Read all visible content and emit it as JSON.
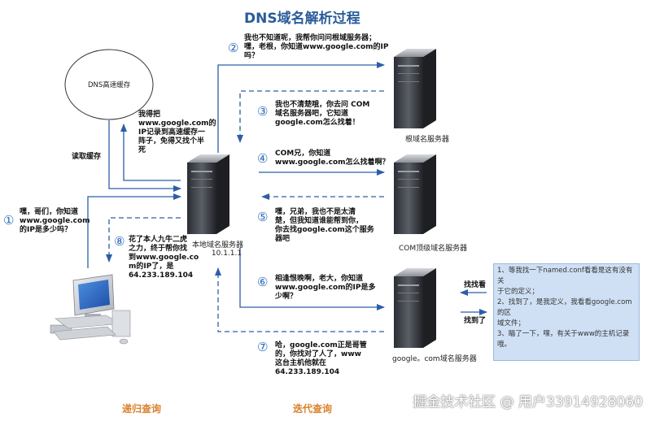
{
  "title": "DNS域名解析过程",
  "cache_label": "DNS高速缓存",
  "read_cache": "读取缓存",
  "save_cache": [
    "我得把",
    "www.google.com的",
    "IP记录到高速缓存一",
    "阵子，免得又找个半",
    "死"
  ],
  "local_dns": [
    "本地域名服务器",
    "10.1.1.1"
  ],
  "root_dns": "根域名服务器",
  "com_dns": "COM顶级域名服务器",
  "google_dns": "google。com域名服务器",
  "steps": {
    "n1": "①",
    "n2": "②",
    "n3": "③",
    "n4": "④",
    "n5": "⑤",
    "n6": "⑥",
    "n7": "⑦",
    "n8": "⑧",
    "s1": [
      "嘿，哥们，你知道",
      "www.google.com",
      "的IP是多少吗？"
    ],
    "s2": [
      "我也不知道呢，我帮你问问根域服务器；",
      "嘿，老根，你知道www.google.com的IP",
      "吗？"
    ],
    "s3": [
      "我也不清楚哦，你去问  COM",
      "域名服务器吧，它知道",
      "google.com怎么找着！"
    ],
    "s4": [
      "COM兄，你知道",
      "www.google.com怎么找着啊？"
    ],
    "s5": [
      "嘿，兄弟，我也不是太清",
      "楚，但我知道谁能帮到你，",
      "你去找google.com这个服务",
      "器吧"
    ],
    "s6": [
      "相逢恨晚啊，老大，你知道",
      "www.google.com的IP是多",
      "少啊？"
    ],
    "s7": [
      "哈，google.com正是哥管",
      "的，你找对了人了，www",
      "这台主机他就在",
      "64.233.189.104"
    ],
    "s8": [
      "花了本人九牛二虎",
      "之力，终于帮你找",
      "到www.google.co",
      "m的IP了，是",
      "64.233.189.104"
    ]
  },
  "lookup": "找找看",
  "found": "找到了",
  "note": [
    "1、等我找一下named.conf看看是这有没有关",
    "于它的定义；",
    "2、找到了，是我定义，我看看google.com的区",
    "域文件；",
    "3、瞄了一下，嘿，有关于www的主机记录哦。"
  ],
  "recursive": "递归查询",
  "iterative": "迭代查询",
  "watermark": "掘金技术社区 @ 用户33914928060",
  "colors": {
    "arrow": "#2c5ea8",
    "accent": "#d9822b",
    "title": "#2a5b9a"
  }
}
